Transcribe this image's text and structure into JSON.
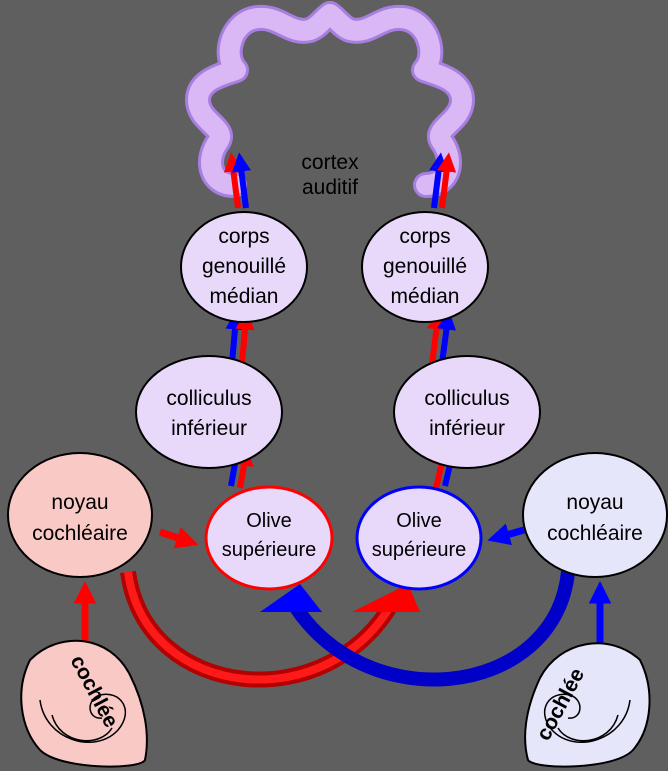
{
  "diagram": {
    "cortex": {
      "label_line1": "cortex",
      "label_line2": "auditif"
    },
    "left": {
      "mgn": {
        "line1": "corps",
        "line2": "genouillé",
        "line3": "médian"
      },
      "ic": {
        "line1": "colliculus",
        "line2": "inférieur"
      },
      "olive": {
        "line1": "Olive",
        "line2": "supérieure"
      },
      "nucleus": {
        "line1": "noyau",
        "line2": "cochléaire"
      },
      "cochlea": "cochlée"
    },
    "right": {
      "mgn": {
        "line1": "corps",
        "line2": "genouillé",
        "line3": "médian"
      },
      "ic": {
        "line1": "colliculus",
        "line2": "inférieur"
      },
      "olive": {
        "line1": "Olive",
        "line2": "supérieure"
      },
      "nucleus": {
        "line1": "noyau",
        "line2": "cochléaire"
      },
      "cochlea": "cochlée"
    }
  },
  "colors": {
    "background": "#5f5f5f",
    "cortex_fill": "#d9b8f5",
    "cortex_stroke": "#a77fe0",
    "relay_fill": "#e8d8fa",
    "left_nucleus_fill": "#f9c9c6",
    "right_nucleus_fill": "#e6e6fb",
    "ipsi_left_red": "#ff0000",
    "ipsi_right_blue": "#0000ff"
  }
}
